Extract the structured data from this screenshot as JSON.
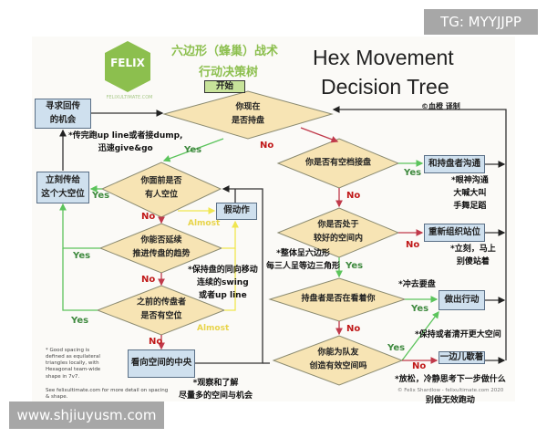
{
  "watermark_top": "TG: MYYJJPP",
  "watermark_bottom": "www.shjiuyusm.com",
  "logo": {
    "text": "FELIX",
    "caption": "FELIXULTIMATE.COM"
  },
  "title_cn_1": "六边形（蜂巢）战术",
  "title_cn_2": "行动决策树",
  "title_en_1": "Hex Movement",
  "title_en_2": "Decision Tree",
  "translator": "©血橙 译制",
  "start": "开始",
  "decisions": {
    "d1": [
      "你现在",
      "是否持盘"
    ],
    "d2": [
      "你面前是否",
      "有人空位"
    ],
    "d3": [
      "你能否延续",
      "推进传盘的趋势"
    ],
    "d4": [
      "之前的传盘者",
      "是否有空位"
    ],
    "d5": [
      "你是否有空档接盘"
    ],
    "d6": [
      "你是否处于",
      "较好的空间内"
    ],
    "d7": [
      "持盘者是否在看着你"
    ],
    "d8": [
      "你能为队友",
      "创造有效空间吗"
    ]
  },
  "actions": {
    "seek_return": [
      "寻求回传",
      "的机会"
    ],
    "pass_now": [
      "立刻传给",
      "这个大空位"
    ],
    "fake": "假动作",
    "look_center": "看向空间的中央",
    "communicate": "和持盘者沟通",
    "reposition": "重新组织站位",
    "make_move": "做出行动",
    "rest": "一边儿歇着"
  },
  "notes": {
    "after_pass": [
      "*传完跑up line或者接dump,",
      "迅速give&go"
    ],
    "keep_moving": [
      "*保持盘的同向移动",
      "连续的swing",
      "或者up line"
    ],
    "observe": [
      "*观察和了解",
      "尽量多的空间与机会"
    ],
    "eye_contact": [
      "*眼神沟通",
      "大喊大叫",
      "手舞足蹈"
    ],
    "immediately": [
      "*立刻，马上",
      "别傻站着"
    ],
    "hexagon": [
      "*整体呈六边形",
      "每三人呈等边三角形"
    ],
    "cut": "*冲去要盘",
    "keep_space": "*保持或者清开更大空间",
    "relax": [
      "*放松，冷静思考下一步做什么",
      "别做无效跑动"
    ],
    "spacing": [
      "* Good spacing is",
      "defined as equilateral",
      "triangles locally, with",
      "Hexagonal team-wide",
      "shape in 7v7."
    ],
    "see_more": "See felixultimate.com for more detail on spacing & shape.",
    "copyright": "© Felix Shardlow - felixultimate.com 2020"
  },
  "labels": {
    "yes": "Yes",
    "no": "No",
    "almost": "Almost"
  },
  "colors": {
    "diamond": "#f7e4b4",
    "box": "#cfe0ee",
    "yes": "#5cc45c",
    "no": "#c0394a",
    "almost": "#f0e650",
    "title_cn": "#8cbf4e"
  }
}
